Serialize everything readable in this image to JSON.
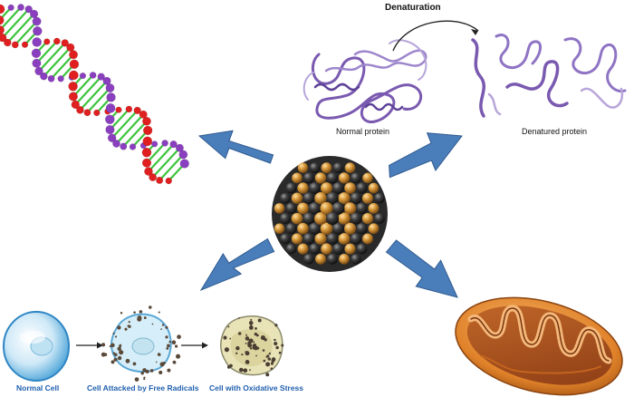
{
  "protein_panel": {
    "process_label": "Denaturation",
    "normal_label": "Normal protein",
    "denatured_label": "Denatured protein"
  },
  "cell_panel": {
    "normal_label": "Normal Cell",
    "attacked_label": "Cell Attacked by Free Radicals",
    "stress_label": "Cell with Oxidative Stress"
  },
  "colors": {
    "arrow_fill": "#4a7ebb",
    "arrow_stroke": "#2f5a8f",
    "dna_backbone_a": "#e02020",
    "dna_backbone_b": "#8a3fbf",
    "dna_base_pairs": "#3cc43c",
    "protein_ribbon": "#7a5ab0",
    "nanoparticle_gold": "#c9892f",
    "nanoparticle_dark": "#3a3a3a",
    "mitochondrion": "#e2852a",
    "cell_label": "#1f5fae"
  },
  "icons": [
    "dna-double-helix",
    "protein-structure",
    "nanoparticle-cluster",
    "cell-oxidative-stress",
    "mitochondrion"
  ]
}
